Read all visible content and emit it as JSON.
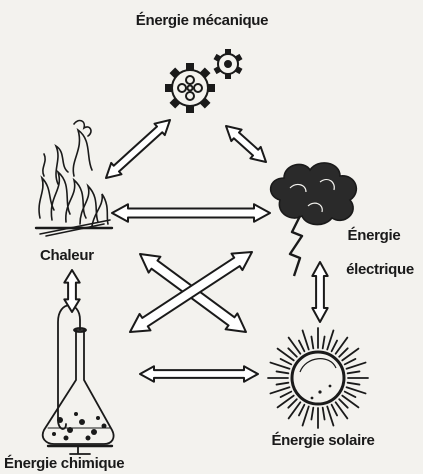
{
  "labels": {
    "mecanique": "Énergie mécanique",
    "chaleur": "Chaleur",
    "electrique_1": "Énergie",
    "electrique_2": "électrique",
    "chimique": "Énergie chimique",
    "solaire": "Énergie solaire"
  },
  "nodes": [
    {
      "id": "mecanique",
      "icon": "gears-icon"
    },
    {
      "id": "chaleur",
      "icon": "fire-icon"
    },
    {
      "id": "electrique",
      "icon": "storm-cloud-lightning-icon"
    },
    {
      "id": "chimique",
      "icon": "flask-burner-icon"
    },
    {
      "id": "solaire",
      "icon": "sun-icon"
    }
  ],
  "arrows": [
    {
      "from": "chaleur",
      "to": "mecanique",
      "type": "double-headed"
    },
    {
      "from": "mecanique",
      "to": "electrique",
      "type": "double-headed"
    },
    {
      "from": "chaleur",
      "to": "electrique",
      "type": "double-headed"
    },
    {
      "from": "chaleur",
      "to": "chimique",
      "type": "double-headed"
    },
    {
      "from": "electrique",
      "to": "solaire",
      "type": "double-headed"
    },
    {
      "from": "chimique",
      "to": "solaire",
      "type": "double-headed"
    },
    {
      "from": "chaleur",
      "to": "solaire",
      "type": "double-headed"
    },
    {
      "from": "chimique",
      "to": "electrique",
      "type": "double-headed"
    }
  ],
  "colors": {
    "ink": "#1a1a1a",
    "paper": "#f3f2ee",
    "arrow_fill": "#ffffff"
  }
}
